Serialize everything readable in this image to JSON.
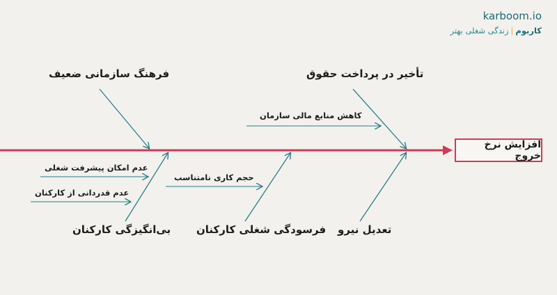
{
  "brand": {
    "url": "karboom.io",
    "name": "کاربوم",
    "separator": "|",
    "tagline": "زندگی شغلی بهتر"
  },
  "effect": "افزایش نرخ خروج",
  "causes": {
    "top_left": "فرهنگ سازمانی ضعیف",
    "top_right": "تأخیر در پرداخت حقوق",
    "top_right_sub": "کاهش منابع مالی سازمان",
    "bottom_left": "بی‌انگیزگی کارکنان",
    "bottom_left_sub1": "عدم امکان پیشرفت شغلی",
    "bottom_left_sub2": "عدم قدردانی از کارکنان",
    "bottom_middle": "فرسودگی شغلی کارکنان",
    "bottom_middle_sub": "حجم کاری نامتناسب",
    "bottom_right": "تعدیل نیرو"
  },
  "colors": {
    "spine": "#d63756",
    "branch": "#2b7d87",
    "background": "#f2f1ee",
    "text": "#1c1c1c"
  }
}
